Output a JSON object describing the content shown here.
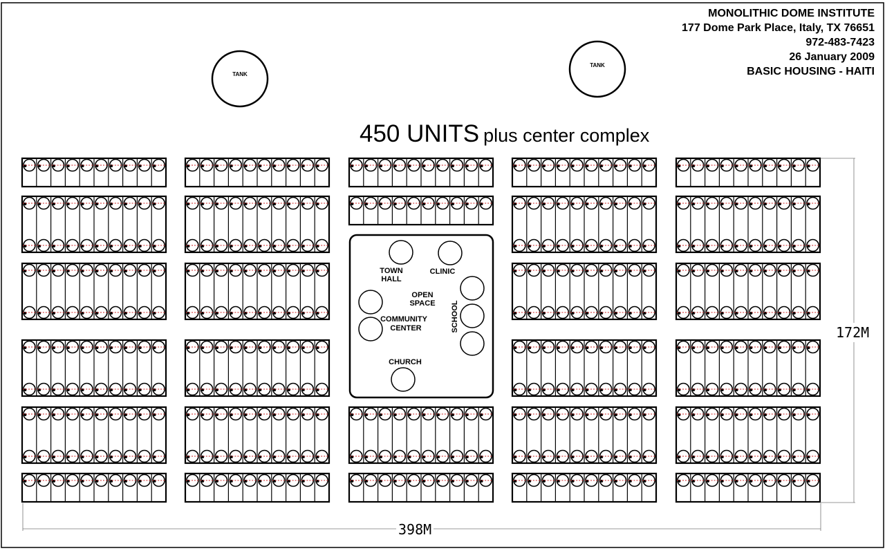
{
  "header": {
    "lines": [
      "MONOLITHIC DOME INSTITUTE",
      "177 Dome Park Place, Italy, TX 76651",
      "972-483-7423",
      "26 January 2009",
      "BASIC HOUSING - HAITI"
    ]
  },
  "title": {
    "units": "450 UNITS",
    "rest": "plus center complex"
  },
  "tanks": [
    "TANK",
    "TANK"
  ],
  "center_complex": {
    "buildings": {
      "town_hall": [
        "TOWN",
        "HALL"
      ],
      "clinic": "CLINIC",
      "open_space": [
        "OPEN",
        "SPACE"
      ],
      "community_center": [
        "COMMUNITY",
        "CENTER"
      ],
      "school": "SCHOOL",
      "church": "CHURCH"
    }
  },
  "dimensions": {
    "width": "398M",
    "height": "172M"
  },
  "colors": {
    "line": "#000000",
    "path": "#cc2222",
    "background": "#ffffff"
  }
}
